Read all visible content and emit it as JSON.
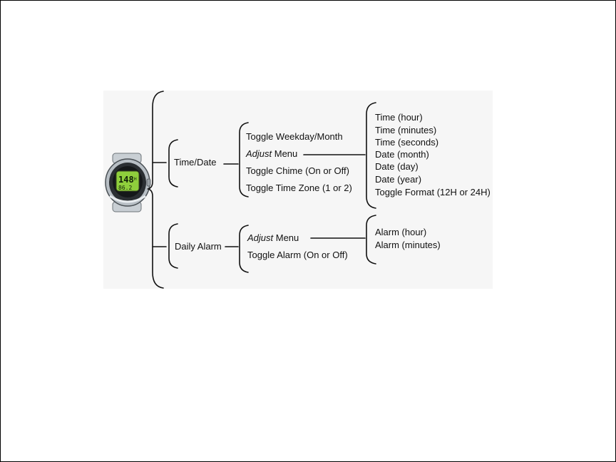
{
  "image": {
    "icon": "wristwatch-icon",
    "display": {
      "time": "148",
      "indicator": "H",
      "date": "86.2"
    }
  },
  "tree": {
    "time_date": {
      "label": "Time/Date",
      "items": [
        "Toggle Weekday/Month",
        {
          "prefix": "Adjust",
          "rest": " Menu"
        },
        "Toggle Chime (On or Off)",
        "Toggle Time Zone (1 or 2)"
      ],
      "adjust_items": [
        "Time (hour)",
        "Time (minutes)",
        "Time (seconds)",
        "Date (month)",
        "Date (day)",
        "Date (year)",
        "Toggle Format (12H or 24H)"
      ]
    },
    "daily_alarm": {
      "label": "Daily Alarm",
      "items": [
        {
          "prefix": "Adjust",
          "rest": " Menu"
        },
        "Toggle Alarm (On or Off)"
      ],
      "adjust_items": [
        "Alarm (hour)",
        "Alarm (minutes)"
      ]
    }
  },
  "colors": {
    "panel": "#f6f6f6",
    "ink": "#111111",
    "lcd": "#8fcf3c"
  }
}
